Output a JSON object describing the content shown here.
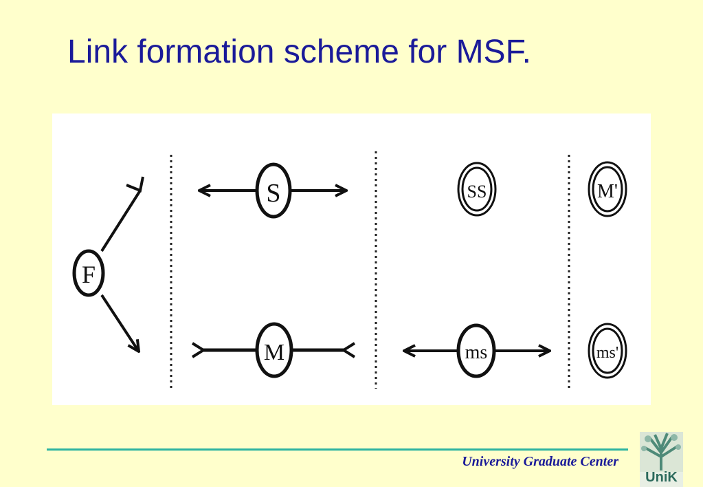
{
  "slide": {
    "title": "Link formation scheme for MSF."
  },
  "diagram": {
    "nodes": {
      "F": "F",
      "S": "S",
      "M": "M",
      "SS": "SS",
      "ms": "ms",
      "M_prime": "M'",
      "ms_prime": "ms'"
    }
  },
  "footer": {
    "org": "University Graduate Center",
    "logo_text": "UniK"
  },
  "colors": {
    "background": "#ffffcc",
    "title": "#1a1a99",
    "rule": "#2bb3a0",
    "ink": "#111111"
  }
}
